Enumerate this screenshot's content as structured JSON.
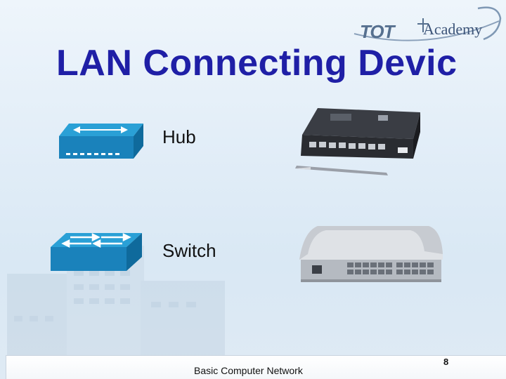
{
  "slide": {
    "title": "LAN Connecting Devic",
    "logo": {
      "mark_text": "TOT",
      "text": "Academy"
    },
    "devices": [
      {
        "label": "Hub",
        "icon": "hub-icon",
        "photo": "hub-photo"
      },
      {
        "label": "Switch",
        "icon": "switch-icon",
        "photo": "switch-photo"
      }
    ],
    "footer": {
      "text": "Basic Computer Network",
      "page_number": "8"
    }
  },
  "colors": {
    "title": "#1f1fa6",
    "icon_blue": "#1e8fc4",
    "background": "#e3eef8"
  }
}
